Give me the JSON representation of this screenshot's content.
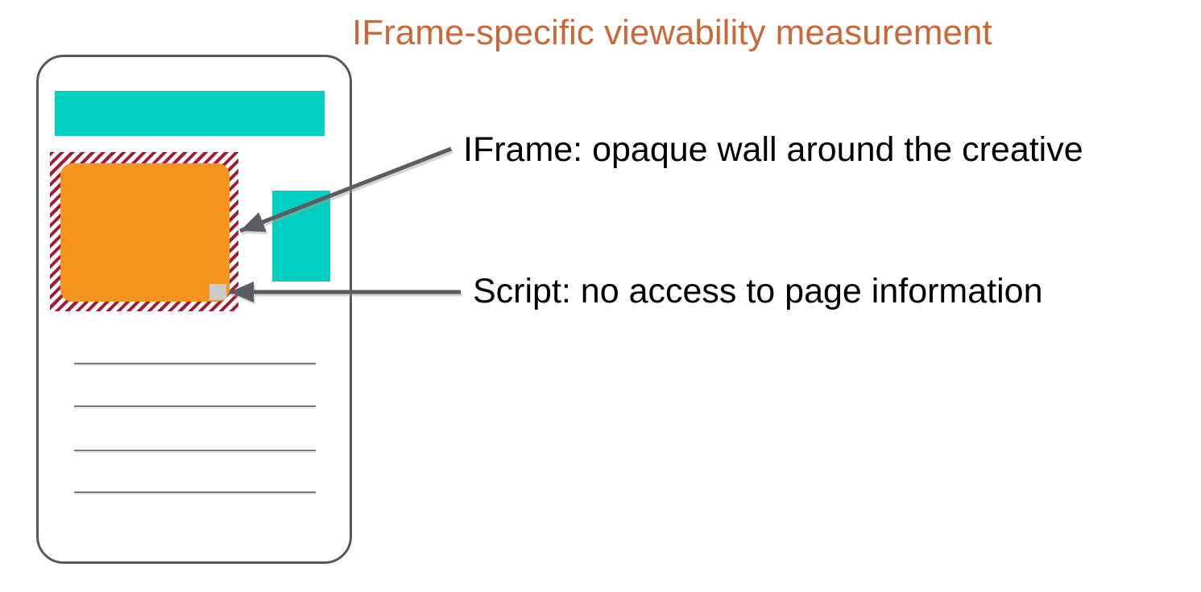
{
  "title": "IFrame-specific viewability measurement",
  "annotations": {
    "iframe": "IFrame: opaque wall around the creative",
    "script": "Script: no access to page information"
  },
  "diagram": {
    "elements": [
      "webpage-frame",
      "header-bar",
      "iframe-hatched-wall",
      "creative-rect",
      "measurement-script-square",
      "sidebar-ad-rect",
      "text-lines",
      "iframe-arrow",
      "script-arrow"
    ]
  },
  "colors": {
    "page-bg": "#FFFFFF",
    "title-text": "#C8693A",
    "label-text": "#000000",
    "teal": "#00CFC2",
    "creative-orange": "#F7941E",
    "hatch-red": "#A01D33",
    "hatch-bg": "#FFFFFF",
    "arrow-gray": "#5A5D62",
    "frame-border": "#57585C",
    "script-square-gray": "#CBCBCB",
    "text-line-gray": "#797A7D"
  }
}
